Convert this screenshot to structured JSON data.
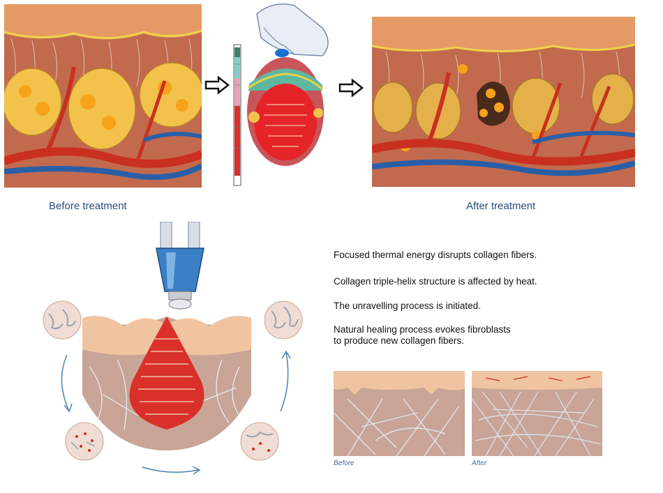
{
  "top": {
    "before_caption": "Before treatment",
    "after_caption": "After treatment"
  },
  "bottom": {
    "lines": [
      "Focused thermal energy disrupts collagen fibers.",
      "Collagen triple-helix structure is affected by heat.",
      "The unravelling process is initiated.",
      "Natural healing process evokes fibroblasts",
      "to produce new collagen fibers."
    ],
    "before_label": "Before",
    "after_label": "After"
  },
  "colors": {
    "skin": "#e8a47a",
    "dermis": "#b5533e",
    "fat": "#f3b93a",
    "artery": "#c9301f",
    "vein": "#2a5fa8",
    "caption": "#2b4a7a",
    "heat": "#d9302a"
  },
  "icons": [
    "arrow-right-icon",
    "thermometer-icon",
    "handpiece-icon",
    "curved-arrow-icon"
  ]
}
